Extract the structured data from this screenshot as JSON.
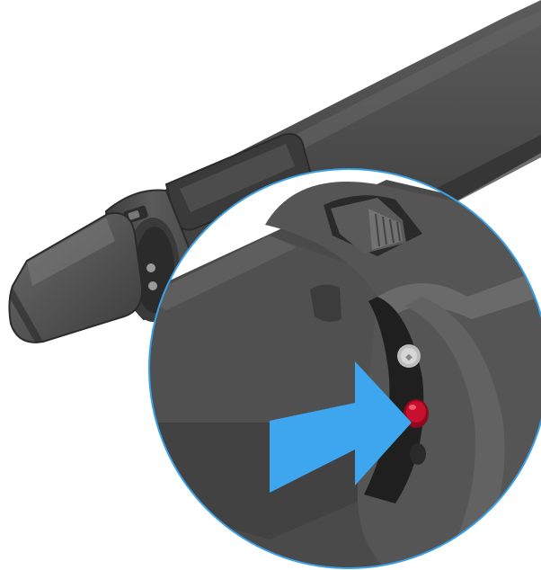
{
  "figure": {
    "description_tags": [
      "microphone-handle",
      "magnified-detail",
      "indicator-led-red",
      "pointer-arrow-blue"
    ],
    "colors": {
      "background": "#ffffff",
      "body_dark": "#3f3f3f",
      "body_mid": "#4d4d4d",
      "body_light": "#5e5e5e",
      "ring": "#545454",
      "ring_highlight": "#6a6a6a",
      "detail_outline": "#3aa0e6",
      "arrow": "#3ea6ee",
      "led": "#c8102e",
      "button_light": "#bdbdbd"
    }
  }
}
